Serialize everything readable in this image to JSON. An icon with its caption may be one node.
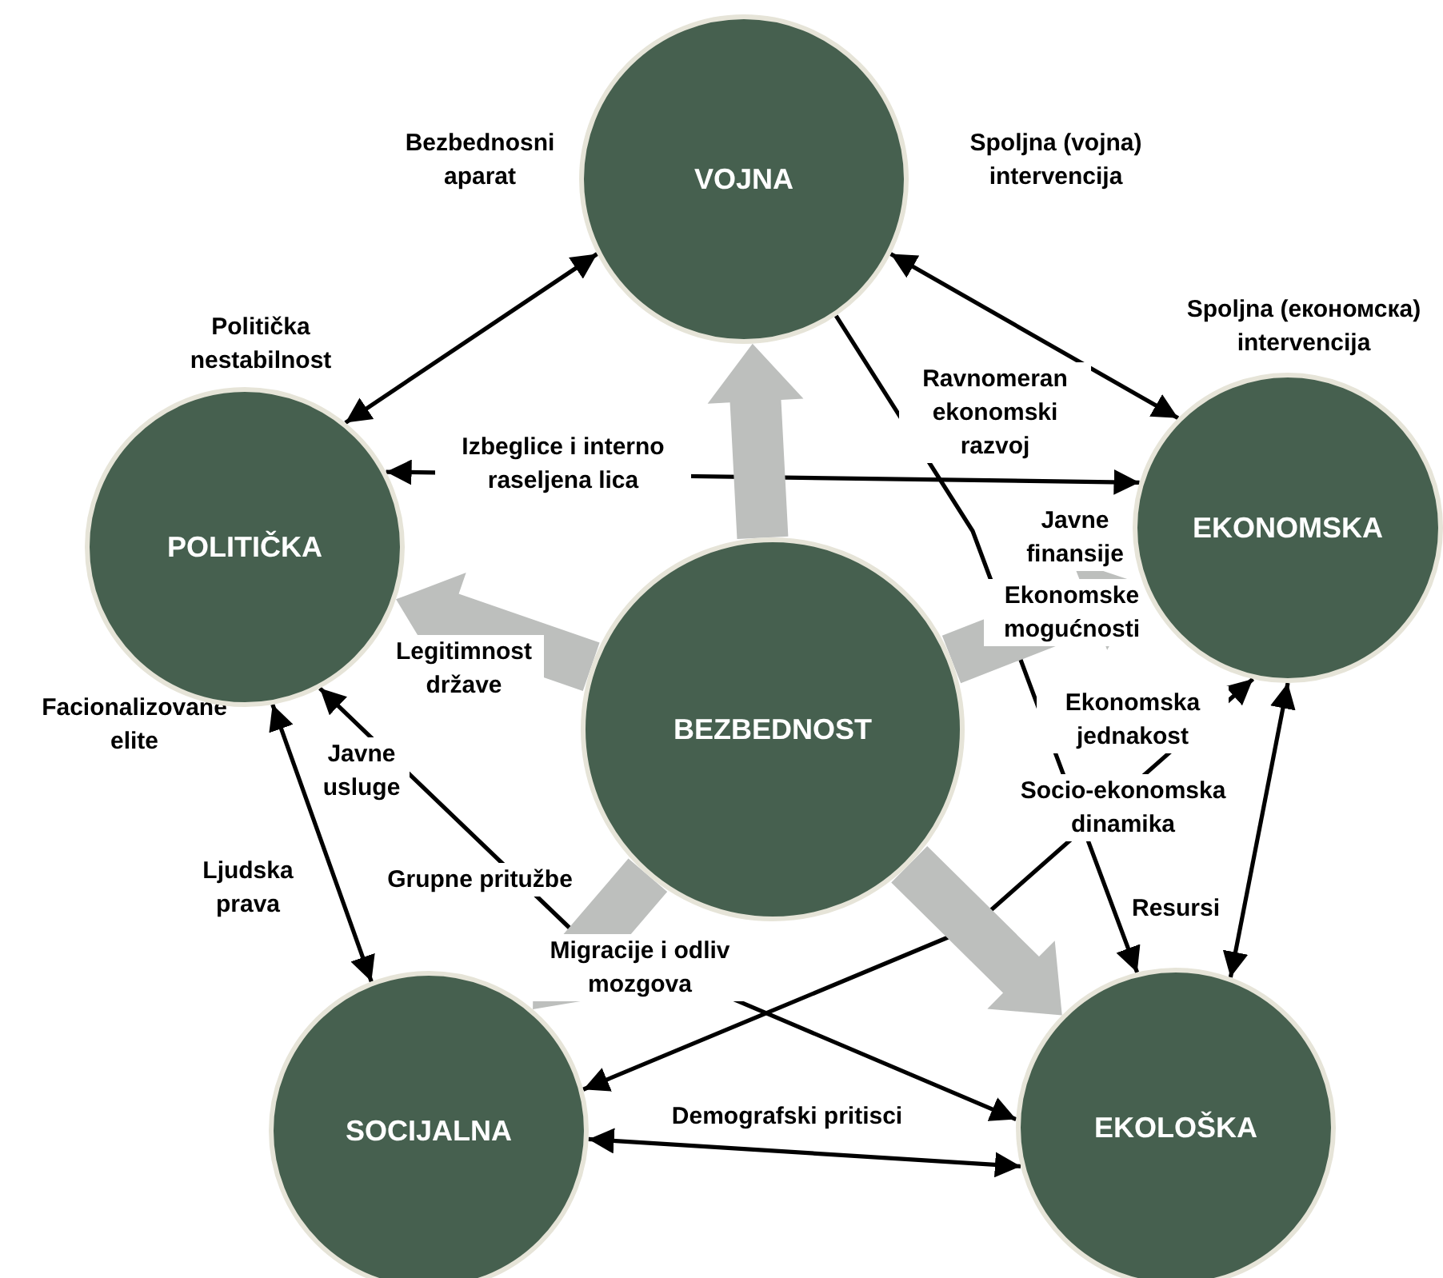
{
  "diagram": {
    "nodes": [
      {
        "text": [
          "VOJNA"
        ]
      },
      {
        "text": [
          "POLITIČKA"
        ]
      },
      {
        "text": [
          "EKONOMSKA"
        ]
      },
      {
        "text": [
          "BEZBEDNOST"
        ]
      },
      {
        "text": [
          "SOCIJALNA"
        ]
      },
      {
        "text": [
          "EKOLOŠKA"
        ]
      }
    ],
    "edges": [
      {
        "from": 0,
        "to": 1,
        "arrow": "both"
      },
      {
        "from": 0,
        "to": 2,
        "arrow": "both"
      },
      {
        "from": 1,
        "to": 2,
        "arrow": "both"
      },
      {
        "from": 0,
        "to": 5,
        "arrow": "to"
      },
      {
        "from": 1,
        "to": 4,
        "arrow": "both"
      },
      {
        "from": 1,
        "to": 5,
        "arrow": "both"
      },
      {
        "from": 4,
        "to": 2,
        "arrow": "both"
      },
      {
        "from": 2,
        "to": 5,
        "arrow": "both"
      },
      {
        "from": 4,
        "to": 5,
        "arrow": "both"
      },
      {
        "from": 3,
        "to": 0,
        "arrow": "to",
        "style": "thick",
        "color": "#bdbfbd"
      },
      {
        "from": 3,
        "to": 1,
        "arrow": "to",
        "style": "thick",
        "color": "#bdbfbd"
      },
      {
        "from": 3,
        "to": 2,
        "arrow": "to",
        "style": "thick",
        "color": "#bdbfbd"
      },
      {
        "from": 3,
        "to": 4,
        "arrow": "to",
        "style": "thick",
        "color": "#bdbfbd"
      },
      {
        "from": 3,
        "to": 5,
        "arrow": "to",
        "style": "thick",
        "color": "#bdbfbd"
      }
    ],
    "labels": [
      "Bezbednosni aparat",
      "Spoljna (vojna) intervencija",
      "Politička nestabilnost",
      "Spoljna (економска) intervencija",
      "Ravnomeran ekonomski razvoj",
      "Izbeglice i interno raseljena lica",
      "Javne finansije",
      "Ekonomske mogućnosti",
      "Legitimnost države",
      "Facionalizovane elite",
      "Javne usluge",
      "Ekonomska jednakost",
      "Socio-ekonomska dinamika",
      "Ljudska prava",
      "Grupne pritužbe",
      "Resursi",
      "Migracije i odliv mozgova",
      "Demografski pritisci"
    ]
  }
}
